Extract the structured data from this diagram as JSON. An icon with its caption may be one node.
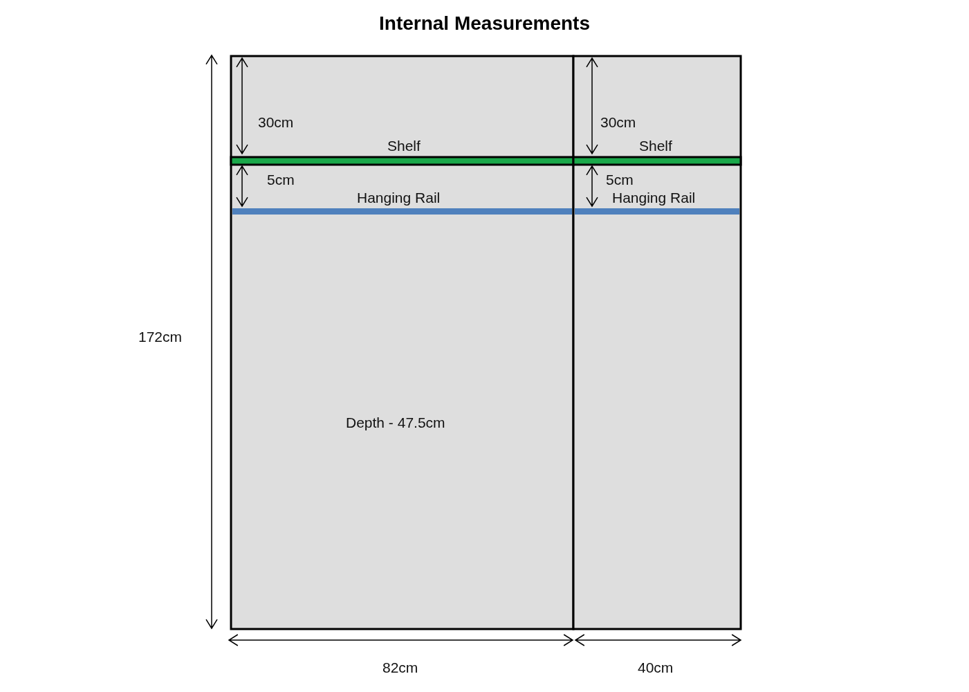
{
  "diagram": {
    "title": "Internal Measurements",
    "labels": [
      "30cm",
      "30cm",
      "Shelf",
      "Shelf",
      "5cm",
      "5cm",
      "Hanging Rail",
      "Hanging Rail",
      "172cm",
      "Depth - 47.5cm",
      "82cm",
      "40cm"
    ]
  }
}
